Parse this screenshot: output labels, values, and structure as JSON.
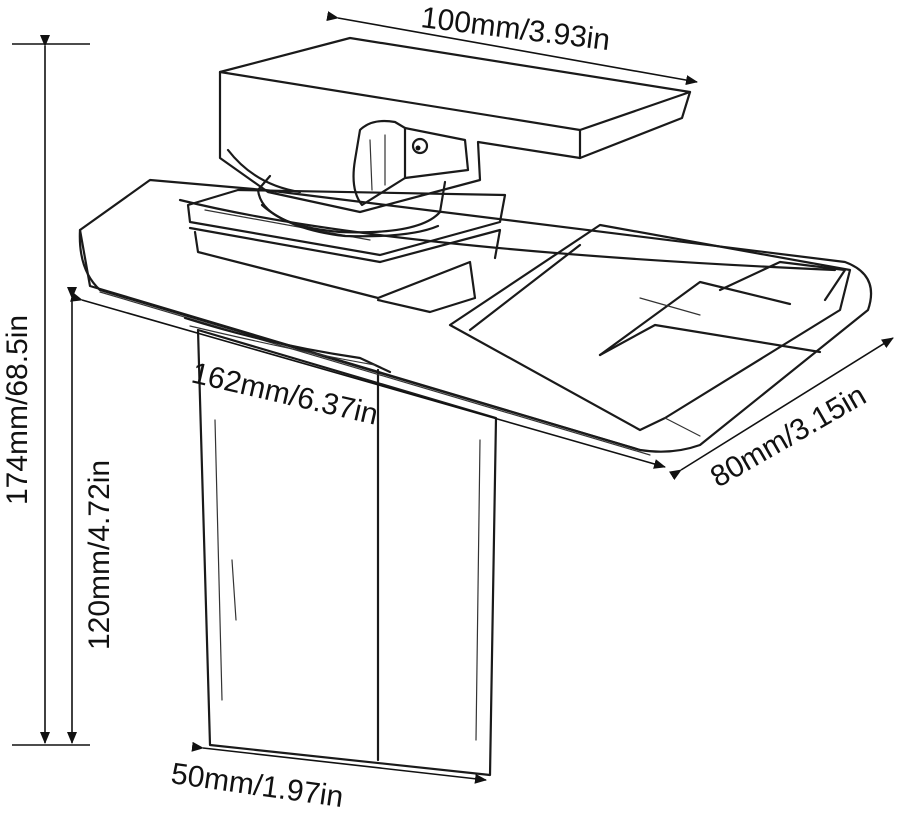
{
  "dimensions": {
    "top_width": "100mm/3.93in",
    "total_height": "174mm/68.5in",
    "body_height": "120mm/4.72in",
    "spout_length": "162mm/6.37in",
    "spout_depth": "80mm/3.15in",
    "base_width": "50mm/1.97in"
  },
  "colors": {
    "line": "#1a1a1a",
    "background": "#ffffff"
  }
}
